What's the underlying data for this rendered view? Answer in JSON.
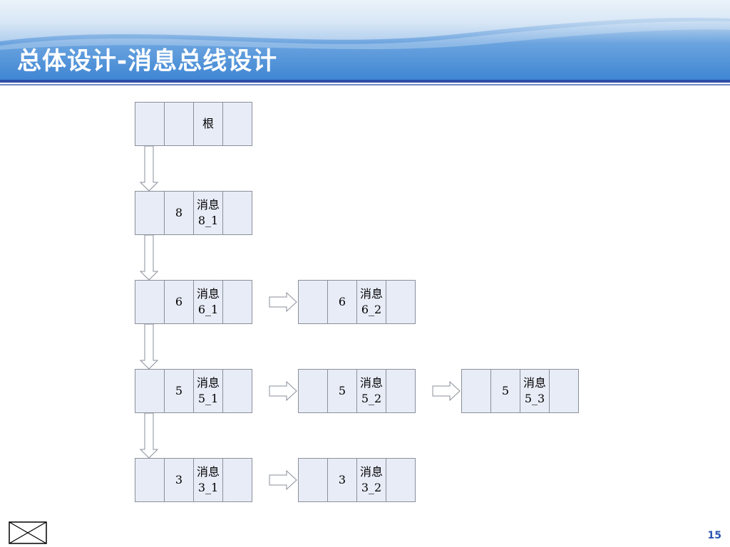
{
  "slide": {
    "title": "总体设计-消息总线设计",
    "page_number": "15",
    "colors": {
      "cell_fill": "#e8ecf7",
      "cell_border": "#8a8f9a",
      "header_blue": "#3f86d3",
      "rule_dark": "#2f4da6",
      "page_number": "#2a54b0"
    },
    "footer_icon": "envelope-icon"
  },
  "diagram": {
    "nodes": [
      {
        "id": "root",
        "cells": [
          "",
          "",
          "根",
          ""
        ]
      },
      {
        "id": "m8_1",
        "cells": [
          "",
          "8",
          "消息\n8_1",
          ""
        ]
      },
      {
        "id": "m6_1",
        "cells": [
          "",
          "6",
          "消息\n6_1",
          ""
        ]
      },
      {
        "id": "m6_2",
        "cells": [
          "",
          "6",
          "消息\n6_2",
          ""
        ]
      },
      {
        "id": "m5_1",
        "cells": [
          "",
          "5",
          "消息\n5_1",
          ""
        ]
      },
      {
        "id": "m5_2",
        "cells": [
          "",
          "5",
          "消息\n5_2",
          ""
        ]
      },
      {
        "id": "m5_3",
        "cells": [
          "",
          "5",
          "消息\n5_3",
          ""
        ]
      },
      {
        "id": "m3_1",
        "cells": [
          "",
          "3",
          "消息\n3_1",
          ""
        ]
      },
      {
        "id": "m3_2",
        "cells": [
          "",
          "3",
          "消息\n3_2",
          ""
        ]
      }
    ],
    "edges": [
      {
        "from": "root",
        "to": "m8_1",
        "direction": "down"
      },
      {
        "from": "m8_1",
        "to": "m6_1",
        "direction": "down"
      },
      {
        "from": "m6_1",
        "to": "m5_1",
        "direction": "down"
      },
      {
        "from": "m5_1",
        "to": "m3_1",
        "direction": "down"
      },
      {
        "from": "m6_1",
        "to": "m6_2",
        "direction": "right"
      },
      {
        "from": "m5_1",
        "to": "m5_2",
        "direction": "right"
      },
      {
        "from": "m5_2",
        "to": "m5_3",
        "direction": "right"
      },
      {
        "from": "m3_1",
        "to": "m3_2",
        "direction": "right"
      }
    ]
  }
}
